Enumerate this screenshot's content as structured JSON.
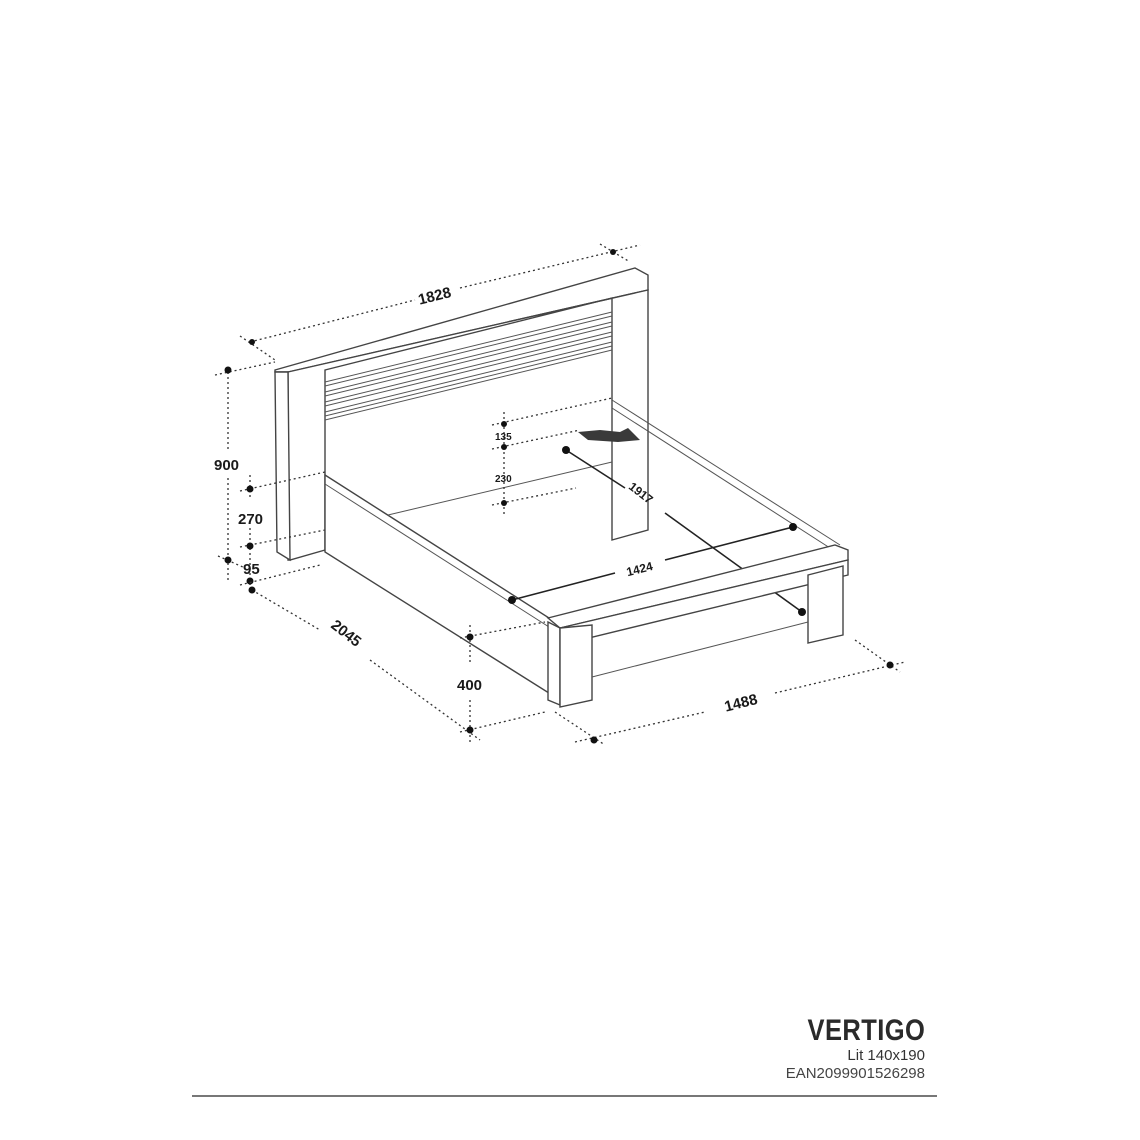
{
  "product": {
    "name": "VERTIGO",
    "subtitle": "Lit 140x190",
    "ean": "EAN2099901526298"
  },
  "dimensions": {
    "headboard_width": "1828",
    "headboard_height": "900",
    "side_rail_height": "270",
    "rail_clearance": "95",
    "total_length": "2045",
    "footboard_height": "400",
    "total_width": "1488",
    "inner_width": "1424",
    "inner_length": "1917",
    "slat_support_offset": "135",
    "slat_support_depth": "230"
  },
  "colors": {
    "line": "#444444",
    "text": "#1a1a1a",
    "rule": "#777777"
  }
}
